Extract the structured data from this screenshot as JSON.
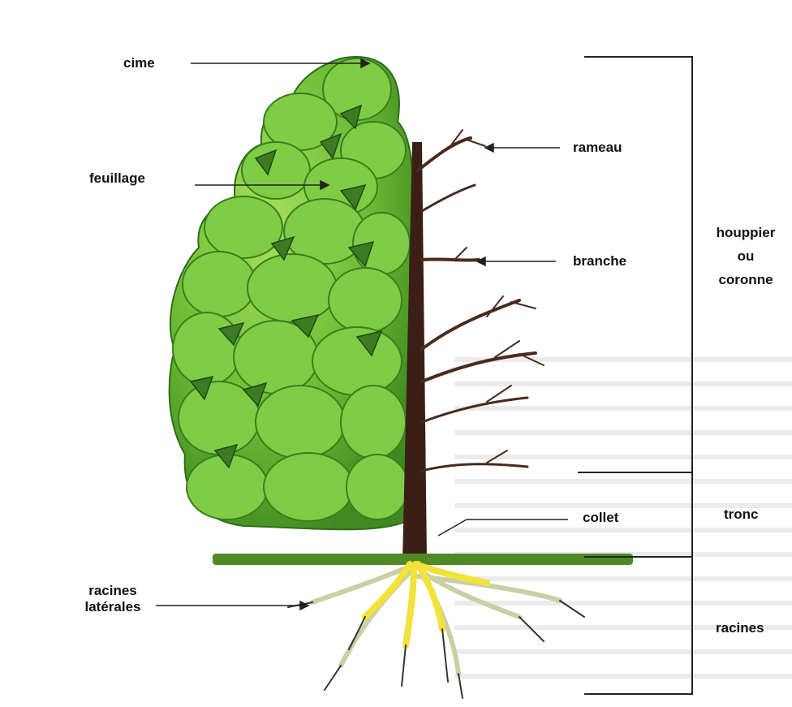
{
  "labels": {
    "cime": "cime",
    "feuillage": "feuillage",
    "rameau": "rameau",
    "branche": "branche",
    "collet": "collet",
    "racines_laterales_line1": "racines",
    "racines_laterales_line2": "latérales",
    "houppier_line1": "houppier",
    "houppier_line2": "ou",
    "houppier_line3": "coronne",
    "tronc": "tronc",
    "racines": "racines"
  },
  "colors": {
    "foliage_light": "#8fd24a",
    "foliage_mid": "#5fae2e",
    "foliage_dark": "#2f6e1a",
    "trunk": "#3b1f16",
    "ground": "#4f8a26",
    "root_yellow": "#f2e23a",
    "root_pale": "#c9d0a3",
    "line": "#222222"
  }
}
